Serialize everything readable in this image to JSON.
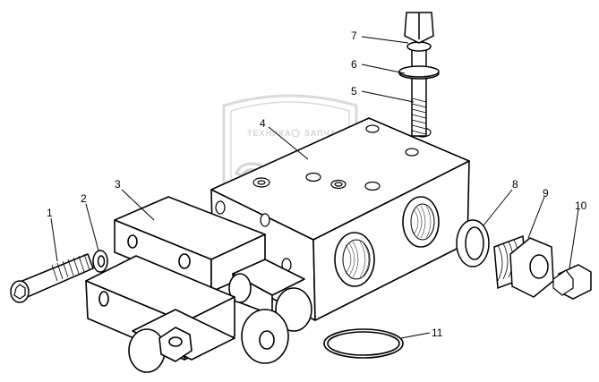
{
  "watermark": {
    "top_left": "ТЕХНИКА",
    "top_right": "ЗАПЧАСТИ",
    "mark": "ЭПФ"
  },
  "colors": {
    "line": "#000000",
    "paper": "#ffffff",
    "watermark": "#d6d6d6"
  },
  "callouts": [
    {
      "id": "1",
      "label": "1"
    },
    {
      "id": "2",
      "label": "2"
    },
    {
      "id": "3",
      "label": "3"
    },
    {
      "id": "4",
      "label": "4"
    },
    {
      "id": "5",
      "label": "5"
    },
    {
      "id": "6",
      "label": "6"
    },
    {
      "id": "7",
      "label": "7"
    },
    {
      "id": "8",
      "label": "8"
    },
    {
      "id": "9",
      "label": "9"
    },
    {
      "id": "10",
      "label": "10"
    },
    {
      "id": "11",
      "label": "11"
    }
  ]
}
